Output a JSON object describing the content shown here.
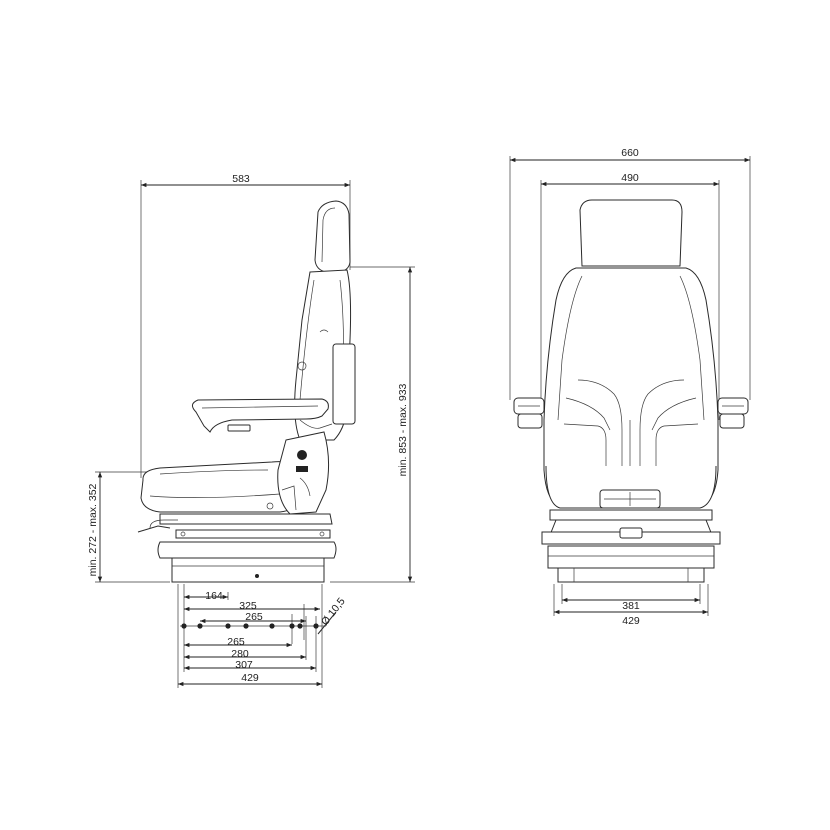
{
  "side_view": {
    "overall_width": "583",
    "height_range": "min. 853 - max. 933",
    "seat_height_range": "min. 272 - max. 352",
    "dim_164": "164",
    "dim_325": "325",
    "dim_265_upper": "265",
    "hole_diameter": "Ø 10,5",
    "dim_265_lower": "265",
    "dim_280": "280",
    "dim_307": "307",
    "dim_429": "429"
  },
  "front_view": {
    "outer_width": "660",
    "backrest_width": "490",
    "base_inner": "381",
    "base_outer": "429"
  }
}
